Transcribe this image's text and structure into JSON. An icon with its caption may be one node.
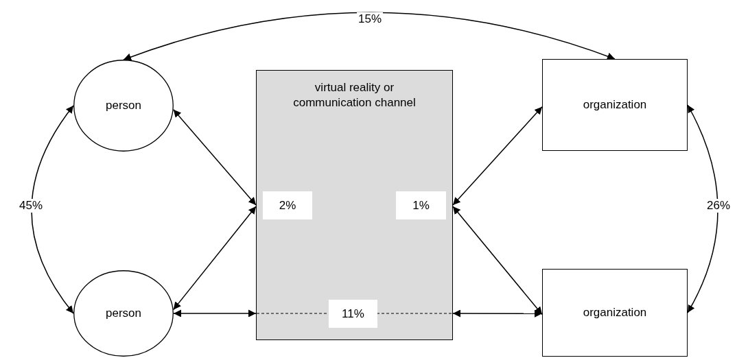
{
  "diagram": {
    "nodes": [
      {
        "text": [
          "person"
        ]
      },
      {
        "text": [
          "person"
        ]
      },
      {
        "text": [
          "virtual reality or communication channel"
        ]
      },
      {
        "text": [
          "2%"
        ],
        "in": 2
      },
      {
        "text": [
          "1%"
        ],
        "in": 2
      },
      {
        "text": [
          "11%"
        ],
        "in": 2
      },
      {
        "text": [
          "organization"
        ]
      },
      {
        "text": [
          "organization"
        ]
      }
    ],
    "edges": [
      {
        "from": 0,
        "to": 6,
        "arrow": "both",
        "label": "15%"
      },
      {
        "from": 0,
        "to": 1,
        "arrow": "both",
        "label": "45%"
      },
      {
        "from": 6,
        "to": 7,
        "arrow": "both",
        "label": "26%"
      },
      {
        "from": 0,
        "to": 2,
        "arrow": "both"
      },
      {
        "from": 1,
        "to": 2,
        "arrow": "both"
      },
      {
        "from": 6,
        "to": 2,
        "arrow": "both"
      },
      {
        "from": 7,
        "to": 2,
        "arrow": "both"
      },
      {
        "from": 1,
        "to": 2,
        "arrow": "both"
      },
      {
        "from": 2,
        "to": 7,
        "arrow": "both"
      }
    ]
  }
}
